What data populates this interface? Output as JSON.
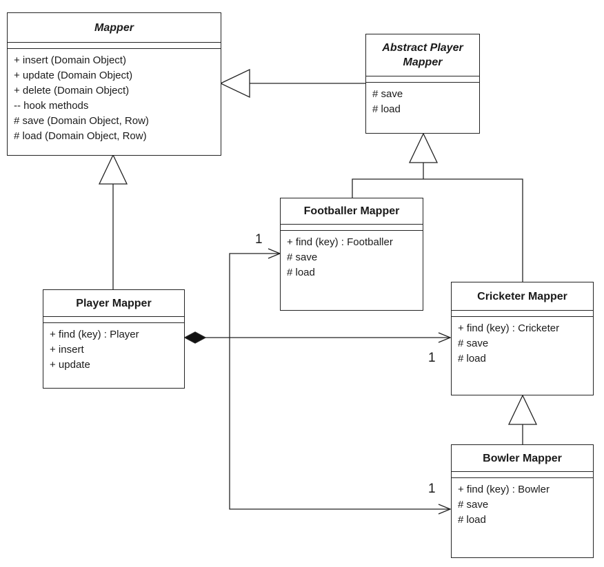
{
  "classes": {
    "mapper": {
      "name": "Mapper",
      "operations": [
        "+ insert (Domain Object)",
        "+ update (Domain Object)",
        "+ delete (Domain Object)",
        "-- hook methods",
        "# save (Domain Object, Row)",
        "# load (Domain Object, Row)"
      ]
    },
    "abstract_player_mapper": {
      "name": "Abstract Player Mapper",
      "operations": [
        "# save",
        "# load"
      ]
    },
    "footballer_mapper": {
      "name": "Footballer Mapper",
      "operations": [
        "+ find (key) : Footballer",
        "# save",
        "# load"
      ]
    },
    "player_mapper": {
      "name": "Player Mapper",
      "operations": [
        "+ find (key) : Player",
        "+ insert",
        "+ update"
      ]
    },
    "cricketer_mapper": {
      "name": "Cricketer Mapper",
      "operations": [
        "+ find (key) : Cricketer",
        "# save",
        "# load"
      ]
    },
    "bowler_mapper": {
      "name": "Bowler Mapper",
      "operations": [
        "+ find (key) : Bowler",
        "# save",
        "# load"
      ]
    }
  },
  "multiplicities": {
    "footballer": "1",
    "cricketer": "1",
    "bowler": "1"
  }
}
